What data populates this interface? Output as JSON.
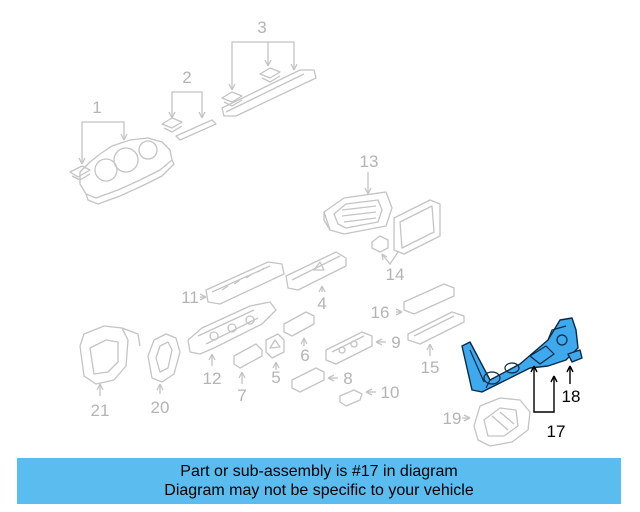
{
  "callouts": {
    "c1": "1",
    "c2": "2",
    "c3": "3",
    "c4": "4",
    "c5": "5",
    "c6": "6",
    "c7": "7",
    "c8": "8",
    "c9": "9",
    "c10": "10",
    "c11": "11",
    "c12": "12",
    "c13": "13",
    "c14": "14",
    "c15": "15",
    "c16": "16",
    "c17": "17",
    "c18": "18",
    "c19": "19",
    "c20": "20",
    "c21": "21"
  },
  "highlighted_part": "17",
  "colors": {
    "highlight_fill": "#3fa9ee",
    "banner_bg": "#5bbcf0",
    "part_stroke": "#c4c4c4"
  },
  "banner": {
    "line1": "Part or sub-assembly is #17 in diagram",
    "line2": "Diagram may not be specific to your vehicle"
  }
}
